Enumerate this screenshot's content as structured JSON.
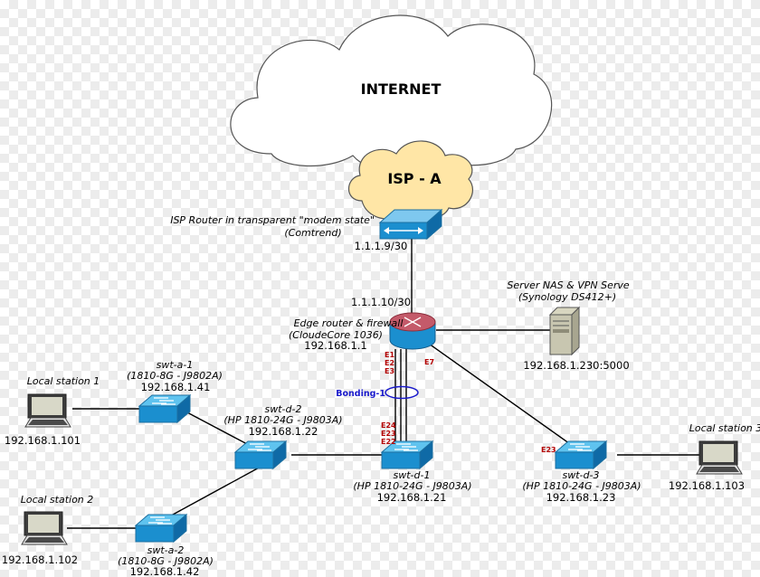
{
  "clouds": {
    "internet": "INTERNET",
    "isp": "ISP - A"
  },
  "isp_router": {
    "title": "ISP Router in transparent \"modem state\"",
    "model": "(Comtrend)",
    "ip": "1.1.1.9/30"
  },
  "edge_router": {
    "wan_ip": "1.1.1.10/30",
    "title": "Edge router & firewall",
    "model": "(CloudeCore 1036)",
    "ip": "192.168.1.1",
    "ports": [
      "E1",
      "E2",
      "E3"
    ],
    "port_nas": "E7"
  },
  "server": {
    "title": "Server NAS & VPN Serve",
    "model": "(Synology DS412+)",
    "ip": "192.168.1.230:5000"
  },
  "bonding": {
    "label": "Bonding-1"
  },
  "switches": {
    "swt_d_1": {
      "name": "swt-d-1",
      "model": "(HP 1810-24G - J9803A)",
      "ip": "192.168.1.21",
      "ports": [
        "E24",
        "E23",
        "E22"
      ]
    },
    "swt_d_2": {
      "name": "swt-d-2",
      "model": "(HP 1810-24G - J9803A)",
      "ip": "192.168.1.22"
    },
    "swt_d_3": {
      "name": "swt-d-3",
      "model": "(HP 1810-24G - J9803A)",
      "ip": "192.168.1.23",
      "port": "E23"
    },
    "swt_a_1": {
      "name": "swt-a-1",
      "model": "(1810-8G - J9802A)",
      "ip": "192.168.1.41"
    },
    "swt_a_2": {
      "name": "swt-a-2",
      "model": "(1810-8G - J9802A)",
      "ip": "192.168.1.42"
    }
  },
  "stations": {
    "station_1": {
      "name": "Local station 1",
      "ip": "192.168.1.101"
    },
    "station_2": {
      "name": "Local station 2",
      "ip": "192.168.1.102"
    },
    "station_3": {
      "name": "Local station 3",
      "ip": "192.168.1.103"
    }
  }
}
